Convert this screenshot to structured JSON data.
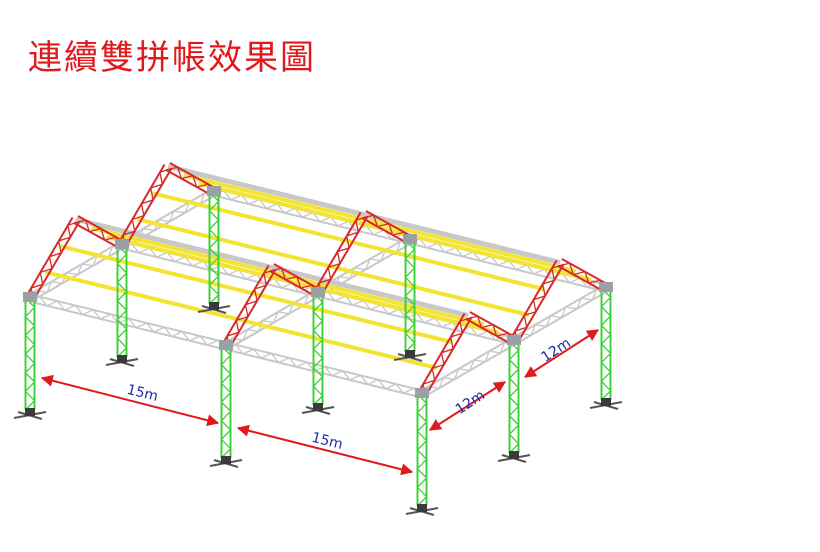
{
  "title": "連續雙拼帳效果圖",
  "dimensions": {
    "front_left_span": "15m",
    "front_right_span": "15m",
    "side_front_span": "12m",
    "side_back_span": "12m"
  },
  "colors": {
    "title": "#e0191e",
    "column": "#3fd13a",
    "base_truss": "#c8c8c8",
    "rafter": "#d62a2a",
    "purlin": "#f2e430",
    "dimension_arrow": "#e0191e",
    "dimension_text": "#1a2aa8"
  }
}
